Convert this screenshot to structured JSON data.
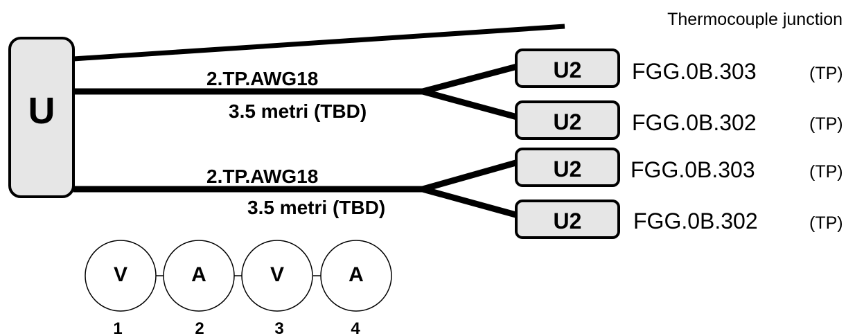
{
  "main_unit": {
    "label": "U"
  },
  "junction_label": "Thermocouple junction",
  "cables": [
    {
      "name": "2.TP.AWG18",
      "length": "3.5 metri (TBD)"
    },
    {
      "name": "2.TP.AWG18",
      "length": "3.5 metri (TBD)"
    }
  ],
  "connectors": [
    {
      "label": "U2",
      "code": "FGG.0B.303",
      "type": "(TP)"
    },
    {
      "label": "U2",
      "code": "FGG.0B.302",
      "type": "(TP)"
    },
    {
      "label": "U2",
      "code": "FGG.0B.303",
      "type": "(TP)"
    },
    {
      "label": "U2",
      "code": "FGG.0B.302",
      "type": "(TP)"
    }
  ],
  "pins": [
    {
      "letter": "V",
      "number": "1"
    },
    {
      "letter": "A",
      "number": "2"
    },
    {
      "letter": "V",
      "number": "3"
    },
    {
      "letter": "A",
      "number": "4"
    }
  ],
  "colors": {
    "box_fill": "#e6e6e6",
    "stroke": "#000000",
    "background": "#ffffff"
  }
}
